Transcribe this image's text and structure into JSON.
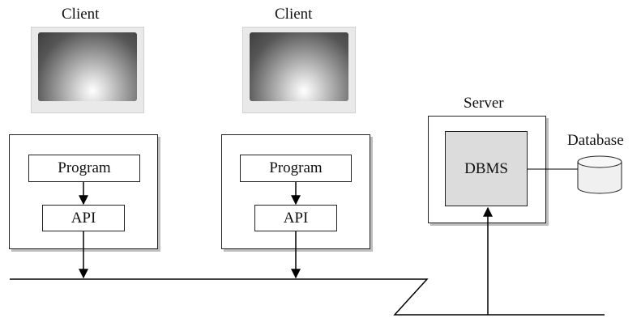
{
  "clients": [
    {
      "label": "Client",
      "program_label": "Program",
      "api_label": "API"
    },
    {
      "label": "Client",
      "program_label": "Program",
      "api_label": "API"
    }
  ],
  "server": {
    "label": "Server",
    "dbms_label": "DBMS"
  },
  "database": {
    "label": "Database"
  },
  "colors": {
    "line": "#000000",
    "box_shadow": "#bdbdbd",
    "dbms_fill": "#dcdcdc",
    "database_fill": "#f0f0f0"
  }
}
